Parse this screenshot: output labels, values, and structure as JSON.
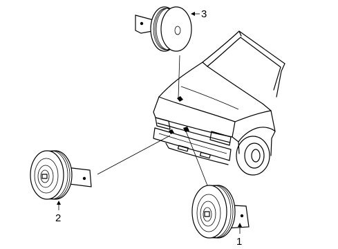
{
  "callouts": [
    {
      "id": "horn-1",
      "label": "1"
    },
    {
      "id": "horn-2",
      "label": "2"
    },
    {
      "id": "horn-3",
      "label": "3"
    }
  ]
}
